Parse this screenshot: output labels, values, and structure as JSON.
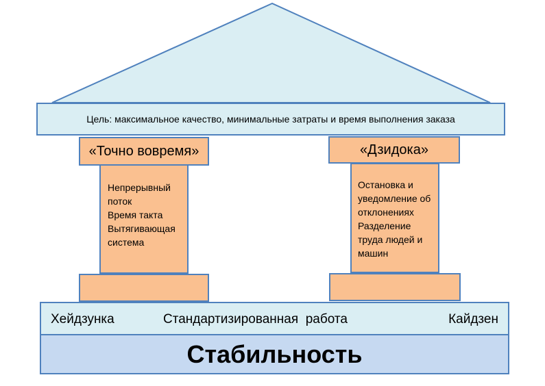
{
  "goal": "Цель: максимальное качество, минимальные затраты и время выполнения заказа",
  "pillar_left": {
    "title": "«Точно вовремя»",
    "items": "Непрерывный\nпоток\nВремя такта\nВытягивающая\nсистема"
  },
  "pillar_right": {
    "title": "«Дзидока»",
    "items": "Остановка и\nуведомление об\nотклонениях\nРазделение\nтруда людей и\nмашин"
  },
  "foundation": {
    "left": "Хейдзунка",
    "center": "Стандартизированная  работа",
    "right": "Кайдзен",
    "base": "Стабильность"
  },
  "colors": {
    "roof_fill": "#daeef3",
    "pillar_fill": "#fac090",
    "base_fill": "#c6d9f1",
    "outline": "#4f81bd"
  }
}
